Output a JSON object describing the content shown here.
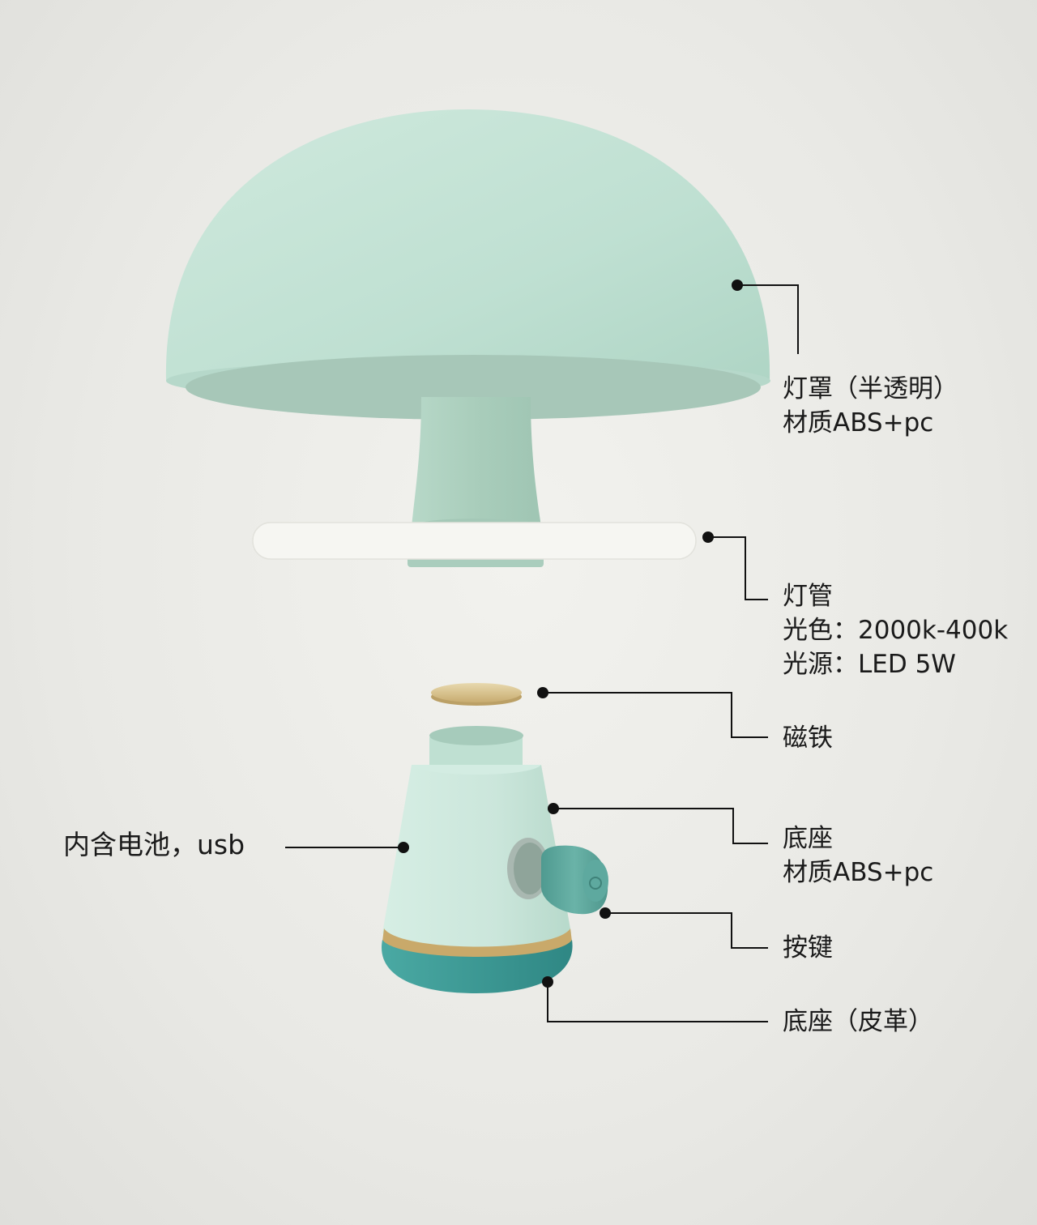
{
  "callouts": {
    "shade": {
      "line1": "灯罩（半透明）",
      "line2": "材质ABS+pc"
    },
    "tube": {
      "line1": "灯管",
      "line2": "光色：2000k-400k",
      "line3": "光源：LED 5W"
    },
    "magnet": {
      "line1": "磁铁"
    },
    "base": {
      "line1": "底座",
      "line2": "材质ABS+pc"
    },
    "button": {
      "line1": "按键"
    },
    "leather_base": {
      "line1": "底座（皮革）"
    },
    "battery": {
      "line1": "内含电池，usb"
    }
  },
  "colors": {
    "shade": "#bfe0d2",
    "shade_inner": "#a8cbbc",
    "tube": "#f7f7f3",
    "magnet": "#d6c290",
    "base": "#cbe6db",
    "gold_ring": "#c9a96a",
    "leather": "#3e9c98",
    "button": "#5fa79e",
    "leader_line": "#111111"
  }
}
